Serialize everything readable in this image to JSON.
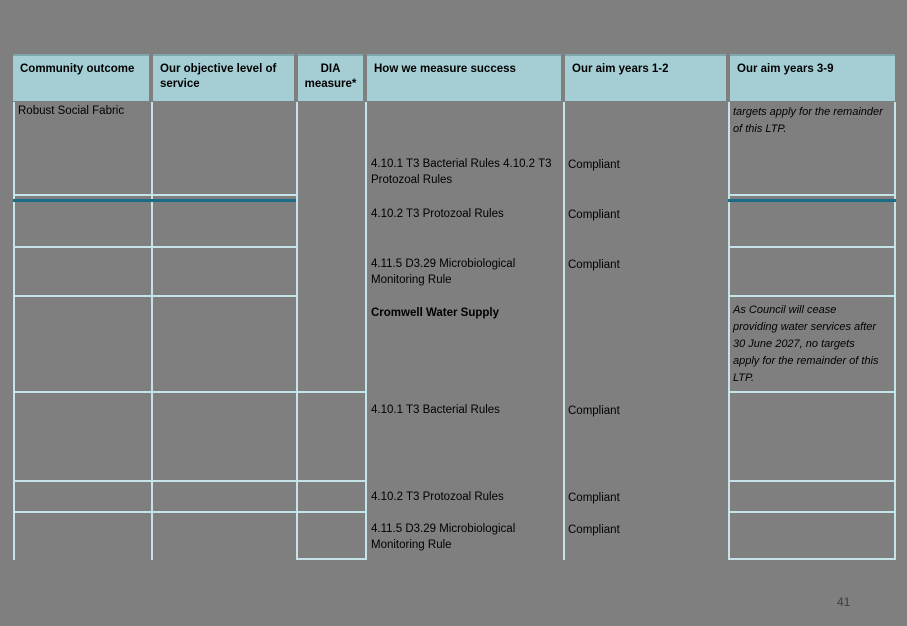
{
  "document": {
    "page_number": "41",
    "table": {
      "headers": [
        "Community outcome",
        "Our objective level of service",
        "DIA measure*",
        "How we measure success",
        "Our aim years 1-2",
        "Our aim years 3-9"
      ],
      "community_outcome": "Robust Social Fabric",
      "carryover_note": "targets apply for the remainder of this LTP.",
      "section_heading": "Cromwell Water Supply",
      "cromwell_note": "As Council will cease providing water services after 30 June 2027, no targets apply for the remainder of this LTP.",
      "measures": [
        {
          "name": "4.10.1 T3 Bacterial Rules 4.10.2 T3 Protozoal Rules",
          "aim_years_1_2": "Compliant"
        },
        {
          "name": "4.10.2 T3 Protozoal Rules",
          "aim_years_1_2": "Compliant"
        },
        {
          "name": "4.11.5 D3.29 Microbiological Monitoring Rule",
          "aim_years_1_2": "Compliant"
        },
        {
          "name": "4.10.1 T3 Bacterial Rules",
          "aim_years_1_2": "Compliant"
        },
        {
          "name": "4.10.2 T3 Protozoal Rules",
          "aim_years_1_2": "Compliant"
        },
        {
          "name": "4.11.5 D3.29 Microbiological Monitoring Rule",
          "aim_years_1_2": "Compliant"
        }
      ]
    }
  },
  "colors": {
    "page_background": "#7f7f7f",
    "header_background": "#a5ced4",
    "grid_light": "#c6e4e8",
    "grid_dark": "#1c6b86"
  }
}
